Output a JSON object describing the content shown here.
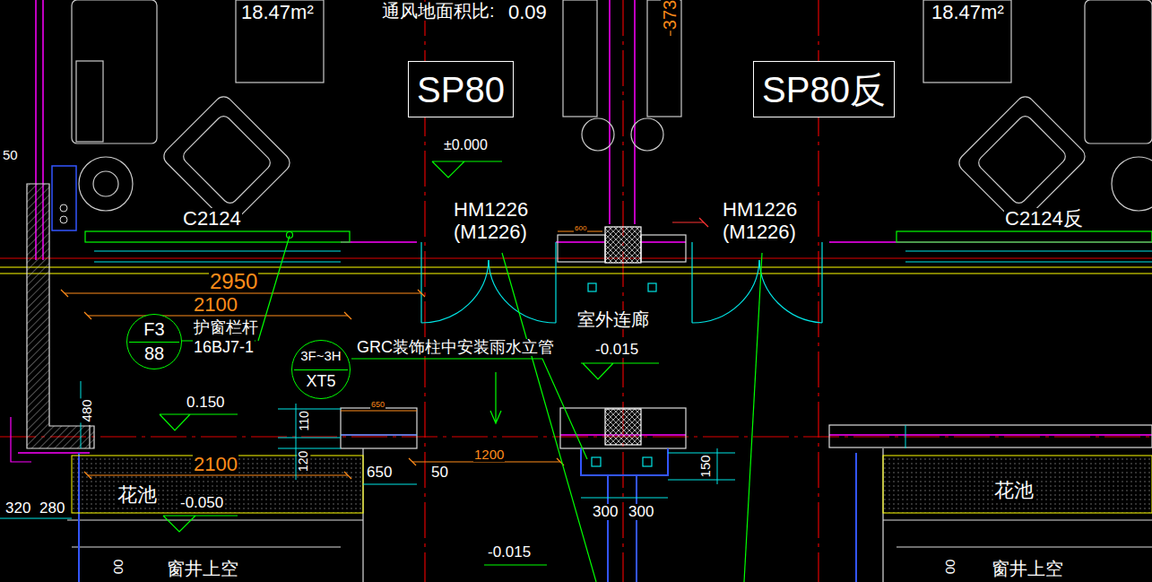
{
  "diagram": {
    "nodes": [
      {
        "text": [
          "SP80"
        ]
      },
      {
        "text": [
          "SP80反"
        ]
      },
      {
        "text": [
          "F3",
          "88"
        ]
      },
      {
        "text": [
          "3F~3H",
          "XT5"
        ]
      }
    ],
    "labels": [
      "18.47m²",
      "通风地面积比:",
      "0.09",
      "373",
      "18.47m²",
      "±0.000",
      "HM1226",
      "(M1226)",
      "HM1226",
      "(M1226)",
      "C2124",
      "C2124反",
      "2950",
      "2100",
      "护窗栏杆",
      "16BJ7-1",
      "GRC装饰柱中安装雨水立管",
      "室外连廊",
      "-0.015",
      "0.150",
      "480",
      "110",
      "120",
      "2100",
      "650",
      "650",
      "50",
      "1200",
      "150",
      "花池",
      "-0.050",
      "320",
      "280",
      "300",
      "300",
      "花池",
      "-0.015",
      "窗井上空",
      "窗井上空",
      "50",
      "600",
      "00",
      "00"
    ]
  }
}
